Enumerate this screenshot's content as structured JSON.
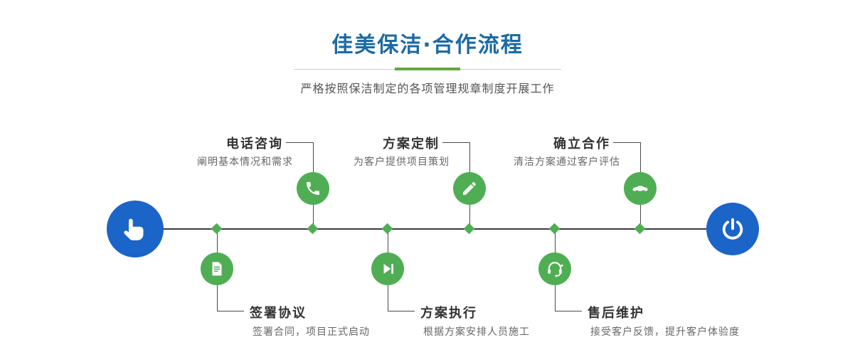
{
  "header": {
    "title": "佳美保洁·合作流程",
    "subtitle": "严格按照保洁制定的各项管理规章制度开展工作"
  },
  "timeline": {
    "start_icon": "hand-pointer-icon",
    "end_icon": "power-icon"
  },
  "steps": [
    {
      "title": "签署协议",
      "description": "签署合同，项目正式启动",
      "icon": "document-sign-icon",
      "position": "bottom"
    },
    {
      "title": "电话咨询",
      "description": "阐明基本情况和需求",
      "icon": "phone-icon",
      "position": "top"
    },
    {
      "title": "方案执行",
      "description": "根据方案安排人员施工",
      "icon": "play-execute-icon",
      "position": "bottom"
    },
    {
      "title": "方案定制",
      "description": "为客户提供项目策划",
      "icon": "pencil-design-icon",
      "position": "top"
    },
    {
      "title": "售后维护",
      "description": "接受客户反馈，提升客户体验度",
      "icon": "headset-service-icon",
      "position": "bottom"
    },
    {
      "title": "确立合作",
      "description": "清洁方案通过客户评估",
      "icon": "handshake-icon",
      "position": "top"
    }
  ],
  "colors": {
    "title_blue": "#1a6aa5",
    "node_blue": "#1b64c8",
    "step_green": "#4fae54",
    "divider_green": "#5fa93c",
    "line_dark": "#3b3b3b"
  }
}
